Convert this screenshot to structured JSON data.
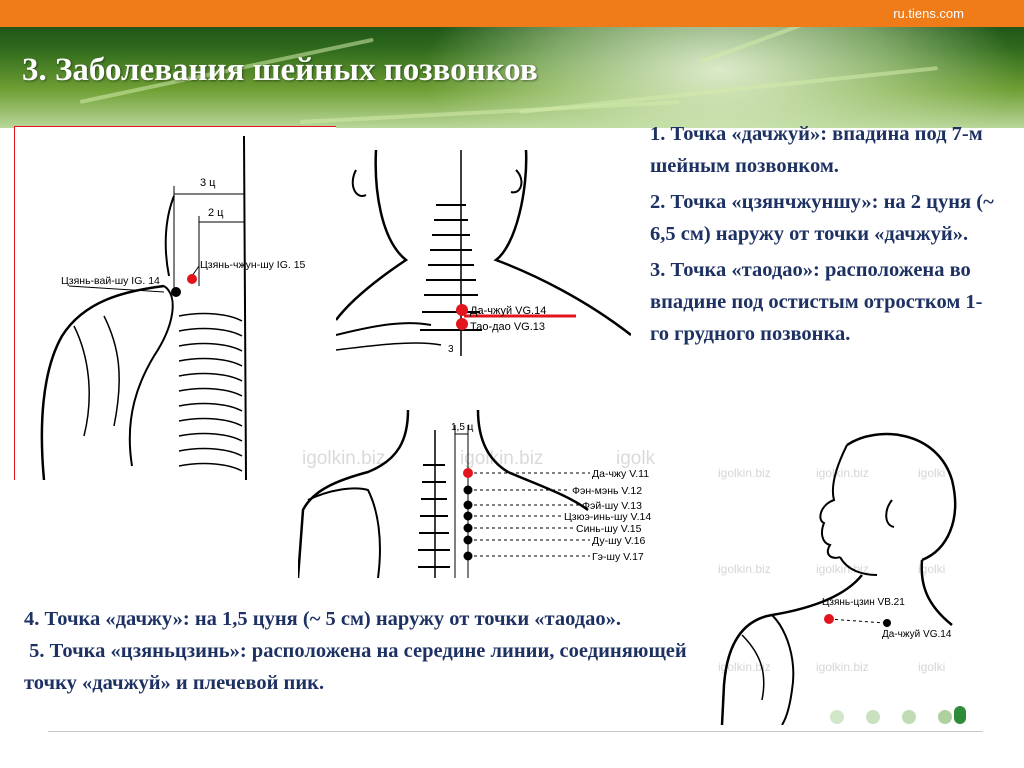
{
  "header": {
    "site": "ru.tiens.com",
    "title": "3. Заболевания шейных позвонков"
  },
  "figure1": {
    "dim_3": "3 ц",
    "dim_2": "2 ц",
    "label_outer": "Цзянь-вай-шу IG. 14",
    "label_middle": "Цзянь-чжун-шу IG. 15"
  },
  "figure2": {
    "label_dazhui": "Да-чжуй VG.14",
    "label_taodao": "Тао-дао VG.13",
    "num_3": "3"
  },
  "figure3": {
    "dim": "1,5 ц",
    "watermarks": [
      "igolkin.biz",
      "igolkin.biz",
      "igolk"
    ],
    "labels": [
      "Да-чжу V.11",
      "Фэн-мэнь V.12",
      "Фэй-шу V.13",
      "Цзюэ-инь-шу V.14",
      "Синь-шу V.15",
      "Ду-шу V.16",
      "Гэ-шу V.17"
    ]
  },
  "figure4": {
    "watermark_words": [
      "igolkin.biz",
      "igolkin.biz",
      "igolki"
    ],
    "label_jianjing": "Цзянь-цзин VB.21",
    "label_dazhui": "Да-чжуй VG.14"
  },
  "right_text": {
    "p1": "1. Точка «дачжуй»: впадина под 7-м шейным позвонком.",
    "p2": "2. Точка «цзянчжуншу»: на 2 цуня (~ 6,5 см) наружу от точки «дачжуй».",
    "p3": "3. Точка «таодао»: расположена во впадине под остистым отростком 1-го грудного позвонка."
  },
  "bottom_text": {
    "p4": "4. Точка «дачжу»: на 1,5 цуня (~ 5 см) наружу от точки «таодао».",
    "p5": " 5. Точка «цзяньцзинь»: расположена на середине линии, соединяющей точку «дачжуй» и плечевой пик."
  },
  "colors": {
    "orange_bar": "#f07c19",
    "title_text": "#ffffff",
    "body_text": "#1e3163",
    "acupoint_red": "#e3141b",
    "header_green": "#2f6a1c"
  },
  "icons": [
    "tiens-logo-icon"
  ]
}
